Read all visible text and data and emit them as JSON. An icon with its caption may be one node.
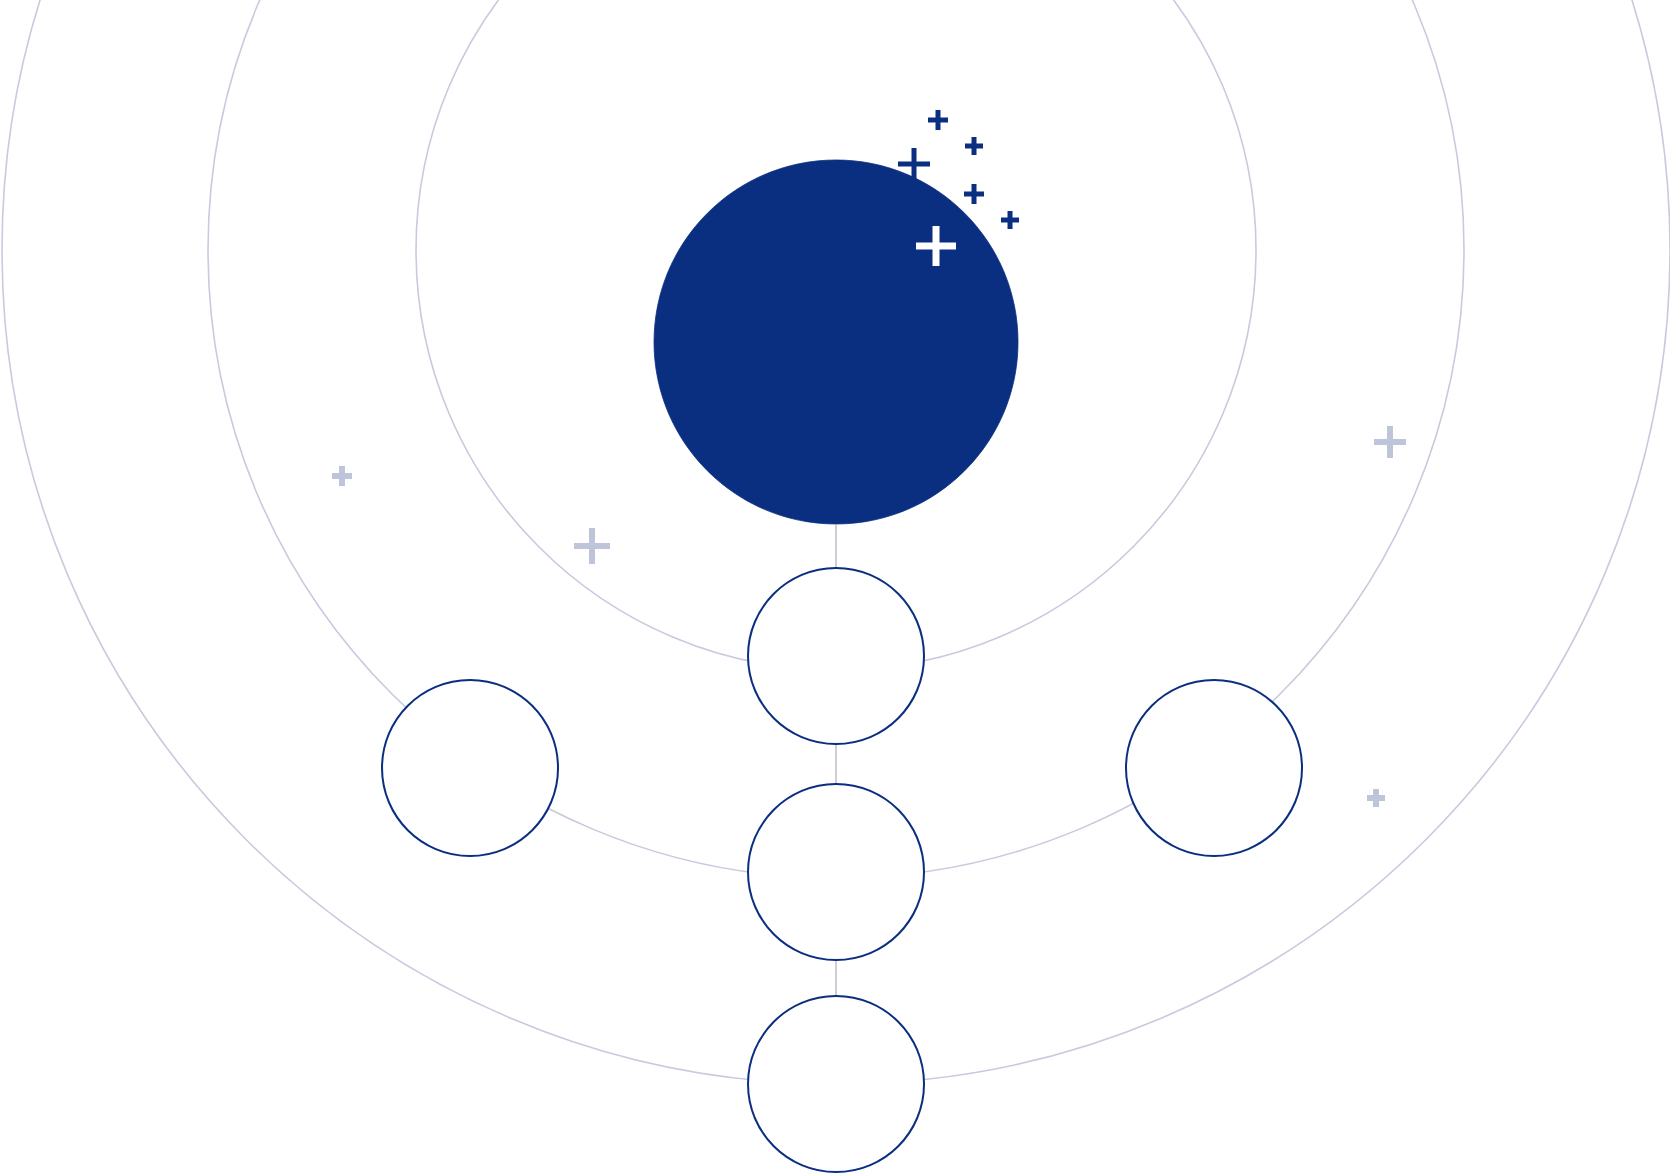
{
  "diagram": {
    "nodes": [
      {
        "text": [],
        "shape": "circle"
      },
      {
        "text": [],
        "shape": "circle"
      },
      {
        "text": [],
        "shape": "circle"
      },
      {
        "text": [],
        "shape": "circle"
      },
      {
        "text": [],
        "shape": "circle"
      },
      {
        "text": [],
        "shape": "circle"
      }
    ],
    "edges": [
      {
        "from": 0,
        "to": 1,
        "arrow": "none"
      },
      {
        "from": 1,
        "to": 3,
        "arrow": "none"
      },
      {
        "from": 3,
        "to": 5,
        "arrow": "none"
      }
    ]
  }
}
